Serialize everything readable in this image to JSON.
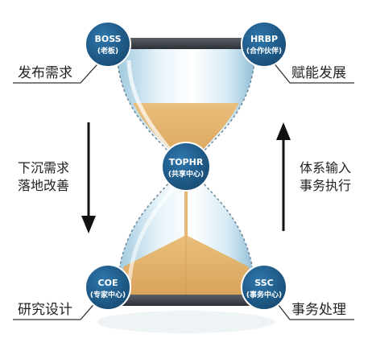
{
  "diagram": {
    "nodes": {
      "boss": {
        "title": "BOSS",
        "subtitle": "(老板)"
      },
      "hrbp": {
        "title": "HRBP",
        "subtitle": "(合作伙伴)"
      },
      "tophr": {
        "title": "TOPHR",
        "subtitle": "(共享中心)"
      },
      "coe": {
        "title": "COE",
        "subtitle": "(专家中心)"
      },
      "ssc": {
        "title": "SSC",
        "subtitle": "(事务中心)"
      }
    },
    "labels": {
      "top_left": "发布需求",
      "top_right": "赋能发展",
      "bottom_left": "研究设计",
      "bottom_right": "事务处理",
      "left_arrow": [
        "下沉需求",
        "落地改善"
      ],
      "right_arrow": [
        "体系输入",
        "事务执行"
      ]
    },
    "colors": {
      "badge": "#1f5d8c",
      "sand": "#e2b36d",
      "glass": "#cfe6f2",
      "cap": "#3d4249"
    }
  }
}
